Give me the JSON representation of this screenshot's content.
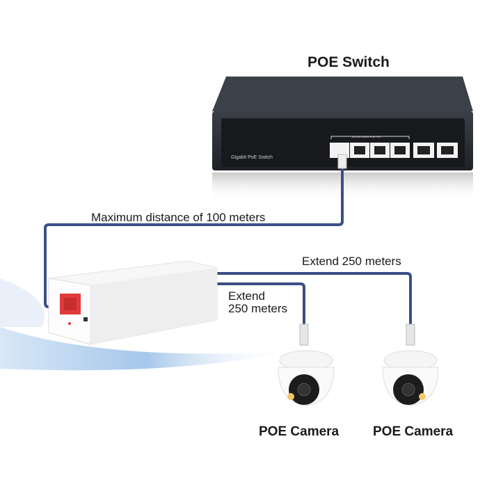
{
  "title": "POE Switch",
  "switch": {
    "model_label": "Gigabit PoE Switch",
    "port_group_label": "10/100/1000M PoE Port",
    "ports_poe": 4,
    "ports_uplink": 2
  },
  "labels": {
    "max_distance": "Maximum distance of 100 meters",
    "extend_right": "Extend 250 meters",
    "extend_left_line1": "Extend",
    "extend_left_line2": "250 meters"
  },
  "cameras": [
    {
      "label": "POE Camera"
    },
    {
      "label": "POE Camera"
    }
  ],
  "colors": {
    "cable": "#3b4f86",
    "switch_body": "#2b2f36",
    "extender_port": "#e03a3a",
    "swoosh": "#9fc4ea"
  }
}
